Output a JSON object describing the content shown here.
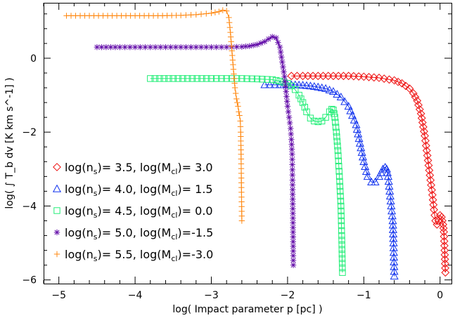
{
  "chart_data": {
    "type": "line",
    "xlabel": "log( Impact parameter p [pc] )",
    "ylabel": "log( ∫ T_b dv [K km s^-1] )",
    "xlim": [
      -5.2,
      0.15
    ],
    "ylim": [
      -6.1,
      1.5
    ],
    "xticks": [
      -5,
      -4,
      -3,
      -2,
      -1,
      0
    ],
    "yticks": [
      -6,
      -4,
      -2,
      0
    ],
    "minor_x_step": 0.2,
    "minor_y_step": 0.4,
    "grid": false,
    "legend_position": "lower-left",
    "series": [
      {
        "name": "log(n_s)= 3.5, log(M_cl)= 3.0",
        "label_parts": [
          "log(n",
          "s",
          ")=  3.5,  log(M",
          "cl",
          ")=  3.0"
        ],
        "color": "#ee1111",
        "marker": "diamond",
        "x": [
          -1.95,
          -1.8,
          -1.6,
          -1.4,
          -1.2,
          -1.0,
          -0.8,
          -0.6,
          -0.5,
          -0.4,
          -0.35,
          -0.3,
          -0.25,
          -0.2,
          -0.15,
          -0.1,
          -0.08,
          -0.06,
          -0.04,
          -0.02,
          0.0,
          0.02,
          0.04,
          0.05,
          0.06,
          0.07
        ],
        "y": [
          -0.48,
          -0.48,
          -0.48,
          -0.48,
          -0.48,
          -0.5,
          -0.53,
          -0.6,
          -0.68,
          -0.82,
          -0.95,
          -1.15,
          -1.5,
          -2.1,
          -2.9,
          -3.7,
          -4.1,
          -4.4,
          -4.5,
          -4.4,
          -4.25,
          -4.3,
          -4.5,
          -4.7,
          -5.2,
          -5.8
        ]
      },
      {
        "name": "log(n_s)= 4.0, log(M_cl)= 1.5",
        "label_parts": [
          "log(n",
          "s",
          ")=  4.0,  log(M",
          "cl",
          ")=  1.5"
        ],
        "color": "#1133ee",
        "marker": "triangle",
        "x": [
          -2.3,
          -2.1,
          -2.0,
          -1.9,
          -1.8,
          -1.7,
          -1.6,
          -1.5,
          -1.4,
          -1.3,
          -1.2,
          -1.1,
          -1.05,
          -1.0,
          -0.95,
          -0.9,
          -0.85,
          -0.8,
          -0.75,
          -0.72,
          -0.7,
          -0.68,
          -0.66,
          -0.64,
          -0.62,
          -0.61,
          -0.6
        ],
        "y": [
          -0.72,
          -0.72,
          -0.72,
          -0.72,
          -0.73,
          -0.75,
          -0.78,
          -0.82,
          -0.9,
          -1.05,
          -1.3,
          -1.8,
          -2.3,
          -2.8,
          -3.2,
          -3.35,
          -3.35,
          -3.2,
          -3.0,
          -2.95,
          -3.0,
          -3.2,
          -3.6,
          -4.0,
          -4.4,
          -5.0,
          -5.9
        ]
      },
      {
        "name": "log(n_s)= 4.5, log(M_cl)= 0.0",
        "label_parts": [
          "log(n",
          "s",
          ")=  4.5,  log(M",
          "cl",
          ")=  0.0"
        ],
        "color": "#22ee77",
        "marker": "square",
        "x": [
          -3.8,
          -3.5,
          -3.0,
          -2.6,
          -2.4,
          -2.2,
          -2.1,
          -2.0,
          -1.95,
          -1.9,
          -1.85,
          -1.8,
          -1.75,
          -1.7,
          -1.65,
          -1.6,
          -1.55,
          -1.5,
          -1.45,
          -1.42,
          -1.4,
          -1.38,
          -1.36,
          -1.34,
          -1.32,
          -1.3,
          -1.29,
          -1.28
        ],
        "y": [
          -0.55,
          -0.55,
          -0.55,
          -0.55,
          -0.56,
          -0.58,
          -0.62,
          -0.68,
          -0.75,
          -0.85,
          -1.0,
          -1.2,
          -1.45,
          -1.62,
          -1.7,
          -1.72,
          -1.7,
          -1.6,
          -1.45,
          -1.38,
          -1.4,
          -1.6,
          -2.0,
          -2.5,
          -3.2,
          -4.0,
          -4.8,
          -5.8
        ]
      },
      {
        "name": "log(n_s)= 5.0, log(M_cl)=-1.5",
        "label_parts": [
          "log(n",
          "s",
          ")=  5.0,  log(M",
          "cl",
          ")=-1.5"
        ],
        "color": "#6611aa",
        "marker": "asterisk",
        "x": [
          -4.5,
          -4.2,
          -3.8,
          -3.4,
          -3.0,
          -2.8,
          -2.6,
          -2.5,
          -2.4,
          -2.3,
          -2.25,
          -2.2,
          -2.15,
          -2.1,
          -2.07,
          -2.04,
          -2.02,
          -2.0,
          -1.98,
          -1.96,
          -1.95,
          -1.94,
          -1.935,
          -1.93,
          -1.925
        ],
        "y": [
          0.3,
          0.3,
          0.3,
          0.3,
          0.3,
          0.3,
          0.31,
          0.33,
          0.37,
          0.45,
          0.52,
          0.58,
          0.55,
          0.3,
          -0.1,
          -0.5,
          -0.9,
          -1.3,
          -1.6,
          -1.9,
          -2.2,
          -2.6,
          -3.3,
          -4.2,
          -5.6
        ]
      },
      {
        "name": "log(n_s)= 5.5, log(M_cl)=-3.0",
        "label_parts": [
          "log(n",
          "s",
          ")=  5.5,  log(M",
          "cl",
          ")=-3.0"
        ],
        "color": "#ff8811",
        "marker": "plus",
        "x": [
          -4.9,
          -4.6,
          -4.3,
          -4.0,
          -3.7,
          -3.4,
          -3.2,
          -3.0,
          -2.9,
          -2.85,
          -2.8,
          -2.77,
          -2.75,
          -2.73,
          -2.71,
          -2.69,
          -2.67,
          -2.65,
          -2.64,
          -2.63,
          -2.62,
          -2.615,
          -2.61,
          -2.605,
          -2.6
        ],
        "y": [
          1.15,
          1.15,
          1.15,
          1.15,
          1.15,
          1.16,
          1.18,
          1.22,
          1.26,
          1.3,
          1.28,
          1.1,
          0.7,
          0.2,
          -0.3,
          -0.8,
          -1.1,
          -1.3,
          -1.45,
          -1.55,
          -1.7,
          -2.0,
          -2.6,
          -3.5,
          -4.4
        ]
      }
    ]
  }
}
